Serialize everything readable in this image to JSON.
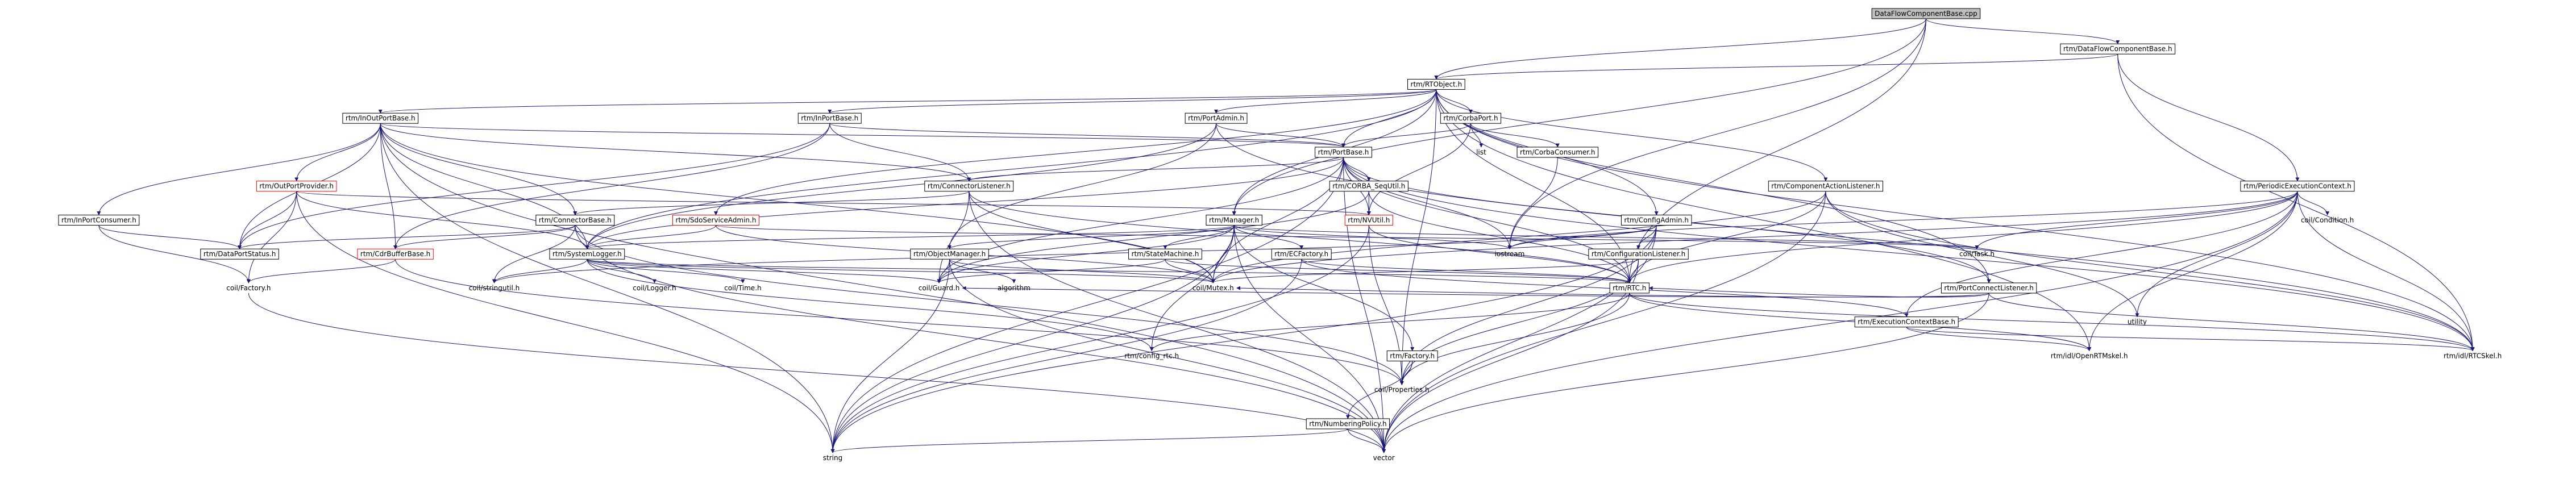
{
  "graph": {
    "edge_color": "#191970",
    "root_fill": "#bfbfbf",
    "nodes": [
      {
        "id": "dfcb_cpp",
        "label": "DataFlowComponentBase.cpp",
        "style": "root"
      },
      {
        "id": "dfcb_h",
        "label": "rtm/DataFlowComponentBase.h",
        "style": "box"
      },
      {
        "id": "rtobject",
        "label": "rtm/RTObject.h",
        "style": "box"
      },
      {
        "id": "inoutportbase",
        "label": "rtm/InOutPortBase.h",
        "style": "box"
      },
      {
        "id": "inportbase",
        "label": "rtm/InPortBase.h",
        "style": "box"
      },
      {
        "id": "portadmin",
        "label": "rtm/PortAdmin.h",
        "style": "box"
      },
      {
        "id": "corbaport",
        "label": "rtm/CorbaPort.h",
        "style": "box"
      },
      {
        "id": "portbase",
        "label": "rtm/PortBase.h",
        "style": "box"
      },
      {
        "id": "list",
        "label": "list",
        "style": "plain"
      },
      {
        "id": "corbaconsumer",
        "label": "rtm/CorbaConsumer.h",
        "style": "box"
      },
      {
        "id": "periodicec",
        "label": "rtm/PeriodicExecutionContext.h",
        "style": "box"
      },
      {
        "id": "outportprovider",
        "label": "rtm/OutPortProvider.h",
        "style": "red"
      },
      {
        "id": "connectorlistener",
        "label": "rtm/ConnectorListener.h",
        "style": "box"
      },
      {
        "id": "corba_sequtil",
        "label": "rtm/CORBA_SeqUtil.h",
        "style": "box"
      },
      {
        "id": "componentactionlistener",
        "label": "rtm/ComponentActionListener.h",
        "style": "box"
      },
      {
        "id": "inportconsumer",
        "label": "rtm/InPortConsumer.h",
        "style": "box"
      },
      {
        "id": "connectorbase",
        "label": "rtm/ConnectorBase.h",
        "style": "box"
      },
      {
        "id": "sdoserviceadmin",
        "label": "rtm/SdoServiceAdmin.h",
        "style": "red"
      },
      {
        "id": "nvutil",
        "label": "rtm/NVUtil.h",
        "style": "red"
      },
      {
        "id": "manager",
        "label": "rtm/Manager.h",
        "style": "box"
      },
      {
        "id": "configadmin",
        "label": "rtm/ConfigAdmin.h",
        "style": "box"
      },
      {
        "id": "coil_condition",
        "label": "coil/Condition.h",
        "style": "plain"
      },
      {
        "id": "dataportstatus",
        "label": "rtm/DataPortStatus.h",
        "style": "box"
      },
      {
        "id": "cdrbufferbase",
        "label": "rtm/CdrBufferBase.h",
        "style": "red"
      },
      {
        "id": "systemlogger",
        "label": "rtm/SystemLogger.h",
        "style": "box"
      },
      {
        "id": "objectmanager",
        "label": "rtm/ObjectManager.h",
        "style": "box"
      },
      {
        "id": "statemachine",
        "label": "rtm/StateMachine.h",
        "style": "box"
      },
      {
        "id": "ecfactory",
        "label": "rtm/ECFactory.h",
        "style": "box"
      },
      {
        "id": "iostream",
        "label": "iostream",
        "style": "plain"
      },
      {
        "id": "configlistener",
        "label": "rtm/ConfigurationListener.h",
        "style": "box"
      },
      {
        "id": "coil_task",
        "label": "coil/Task.h",
        "style": "plain"
      },
      {
        "id": "portconnectlistener",
        "label": "rtm/PortConnectListener.h",
        "style": "box"
      },
      {
        "id": "coil_factory",
        "label": "coil/Factory.h",
        "style": "plain"
      },
      {
        "id": "coil_stringutil",
        "label": "coil/stringutil.h",
        "style": "plain"
      },
      {
        "id": "coil_logger",
        "label": "coil/Logger.h",
        "style": "plain"
      },
      {
        "id": "coil_time",
        "label": "coil/Time.h",
        "style": "plain"
      },
      {
        "id": "algorithm",
        "label": "algorithm",
        "style": "plain"
      },
      {
        "id": "coil_guard",
        "label": "coil/Guard.h",
        "style": "plain"
      },
      {
        "id": "coil_mutex",
        "label": "coil/Mutex.h",
        "style": "plain"
      },
      {
        "id": "rtm_rtc",
        "label": "rtm/RTC.h",
        "style": "box"
      },
      {
        "id": "ecbase",
        "label": "rtm/ExecutionContextBase.h",
        "style": "box"
      },
      {
        "id": "utility",
        "label": "utility",
        "style": "plain"
      },
      {
        "id": "config_rtc",
        "label": "rtm/config_rtc.h",
        "style": "plain"
      },
      {
        "id": "rtm_factory",
        "label": "rtm/Factory.h",
        "style": "box"
      },
      {
        "id": "openrthal",
        "label": "rtm/idl/OpenRTMskel.h",
        "style": "plain"
      },
      {
        "id": "rtcskel",
        "label": "rtm/idl/RTCSkel.h",
        "style": "plain"
      },
      {
        "id": "coil_properties",
        "label": "coil/Properties.h",
        "style": "plain"
      },
      {
        "id": "numberingpolicy",
        "label": "rtm/NumberingPolicy.h",
        "style": "box"
      },
      {
        "id": "string",
        "label": "string",
        "style": "plain"
      },
      {
        "id": "vector",
        "label": "vector",
        "style": "plain"
      }
    ]
  }
}
